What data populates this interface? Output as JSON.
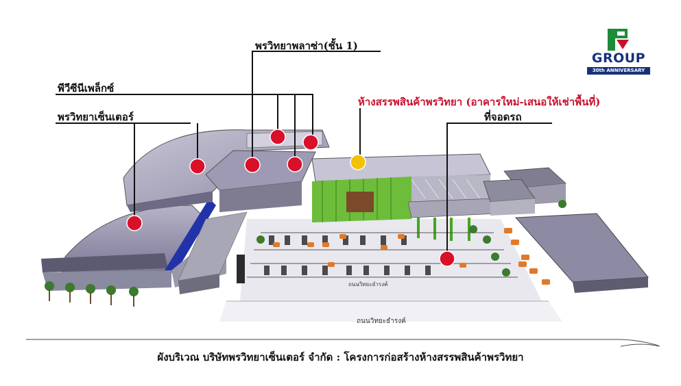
{
  "labels": {
    "plaza": "พรวิทยาพลาซ่า(ชั้น 1)",
    "pvplex": "พีวีซีนีเพล็กซ์",
    "center": "พรวิทยาเซ็นเตอร์",
    "newstore": "ห้างสรรพสินค้าพรวิทยา (อาคารใหม่-เสนอให้เช่าพื้นที่)",
    "parking": "ที่จอดรถ"
  },
  "roads": {
    "front_road": "ถนนวิทยะธำรงค์",
    "inner_road": "ถนนวิทยะธำรงค์"
  },
  "caption": "ผังบริเวณ บริษัทพรวิทยาเซ็นเตอร์ จำกัด : โครงการก่อสร้างห้างสรรพสินค้าพรวิทยา",
  "logo": {
    "mark": "PV",
    "word": "GROUP",
    "sub": "30th ANNIVERSARY"
  },
  "colors": {
    "marker_existing": "#d8102a",
    "marker_new": "#f2c200",
    "new_store_label": "#c8102e",
    "logo_green": "#1e8a3a",
    "logo_red": "#c8102e",
    "logo_blue": "#16307a"
  }
}
